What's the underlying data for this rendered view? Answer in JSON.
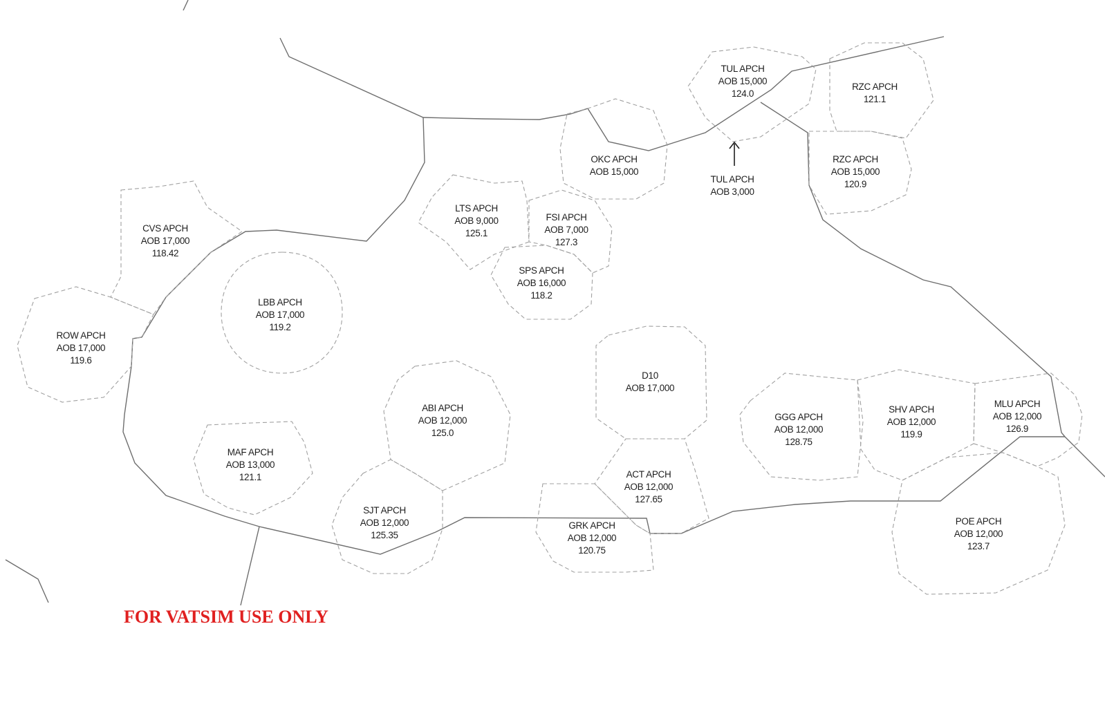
{
  "colors": {
    "boundary": "#6e6e6e",
    "approach_area": "#a0a0a0",
    "text": "#1e1e1e",
    "disclaimer": "#e02020",
    "background": "#ffffff"
  },
  "approach_areas": [
    {
      "id": "tul-high",
      "name": "TUL APCH",
      "altitude": "AOB 15,000",
      "freq": "124.0"
    },
    {
      "id": "rzc-north",
      "name": "RZC APCH",
      "freq": "121.1"
    },
    {
      "id": "okc",
      "name": "OKC APCH",
      "altitude": "AOB 15,000"
    },
    {
      "id": "tul-low",
      "name": "TUL APCH",
      "altitude": "AOB 3,000"
    },
    {
      "id": "rzc-south",
      "name": "RZC APCH",
      "altitude": "AOB 15,000",
      "freq": "120.9"
    },
    {
      "id": "lts",
      "name": "LTS APCH",
      "altitude": "AOB 9,000",
      "freq": "125.1"
    },
    {
      "id": "fsi",
      "name": "FSI APCH",
      "altitude": "AOB 7,000",
      "freq": "127.3"
    },
    {
      "id": "cvs",
      "name": "CVS APCH",
      "altitude": "AOB 17,000",
      "freq": "118.42"
    },
    {
      "id": "sps",
      "name": "SPS APCH",
      "altitude": "AOB 16,000",
      "freq": "118.2"
    },
    {
      "id": "lbb",
      "name": "LBB APCH",
      "altitude": "AOB 17,000",
      "freq": "119.2"
    },
    {
      "id": "row",
      "name": "ROW APCH",
      "altitude": "AOB 17,000",
      "freq": "119.6"
    },
    {
      "id": "d10",
      "name": "D10",
      "altitude": "AOB 17,000"
    },
    {
      "id": "abi",
      "name": "ABI APCH",
      "altitude": "AOB 12,000",
      "freq": "125.0"
    },
    {
      "id": "ggg",
      "name": "GGG APCH",
      "altitude": "AOB 12,000",
      "freq": "128.75"
    },
    {
      "id": "shv",
      "name": "SHV APCH",
      "altitude": "AOB 12,000",
      "freq": "119.9"
    },
    {
      "id": "mlu",
      "name": "MLU APCH",
      "altitude": "AOB 12,000",
      "freq": "126.9"
    },
    {
      "id": "maf",
      "name": "MAF APCH",
      "altitude": "AOB 13,000",
      "freq": "121.1"
    },
    {
      "id": "act",
      "name": "ACT APCH",
      "altitude": "AOB 12,000",
      "freq": "127.65"
    },
    {
      "id": "sjt",
      "name": "SJT APCH",
      "altitude": "AOB 12,000",
      "freq": "125.35"
    },
    {
      "id": "grk",
      "name": "GRK APCH",
      "altitude": "AOB 12,000",
      "freq": "120.75"
    },
    {
      "id": "poe",
      "name": "POE APCH",
      "altitude": "AOB 12,000",
      "freq": "123.7"
    }
  ],
  "disclaimer": "FOR VATSIM USE ONLY"
}
